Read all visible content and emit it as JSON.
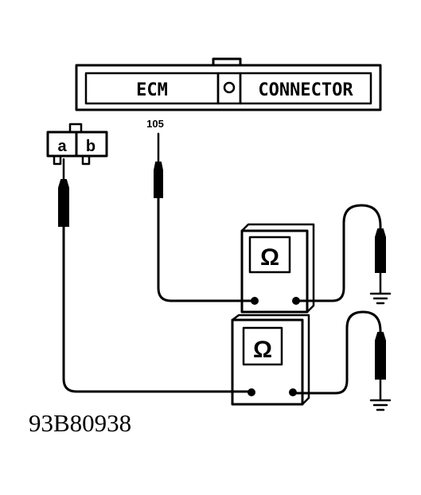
{
  "ecm_connector": {
    "left_label": "ECM",
    "right_label": "CONNECTOR",
    "pin_label": "105"
  },
  "small_connector": {
    "terminal_a": "a",
    "terminal_b": "b"
  },
  "meters": [
    {
      "symbol": "Ω"
    },
    {
      "symbol": "Ω"
    }
  ],
  "figure_code": "93B80938"
}
